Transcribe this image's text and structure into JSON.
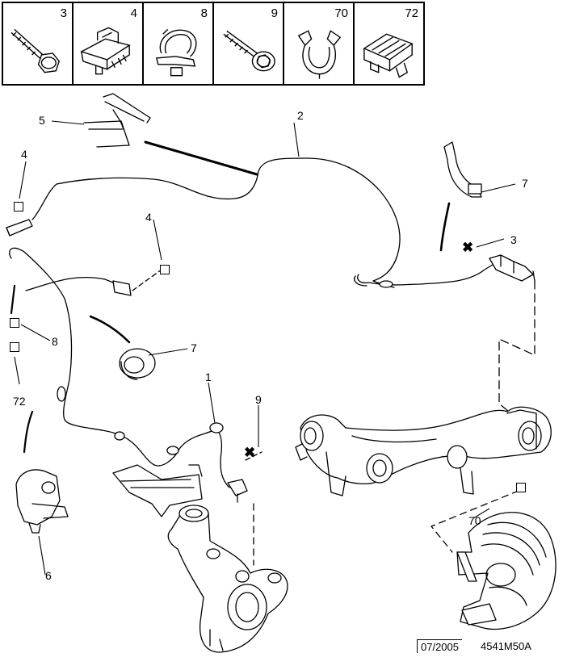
{
  "legend": [
    {
      "num": "3",
      "icon": "bolt-flange-icon"
    },
    {
      "num": "4",
      "icon": "clip-retainer-icon"
    },
    {
      "num": "8",
      "icon": "cable-clip-icon"
    },
    {
      "num": "9",
      "icon": "bolt-washer-icon"
    },
    {
      "num": "70",
      "icon": "pipe-clamp-icon"
    },
    {
      "num": "72",
      "icon": "block-clip-icon"
    }
  ],
  "callouts": {
    "c1": "1",
    "c2": "2",
    "c3a": "3",
    "c4a": "4",
    "c4b": "4",
    "c5": "5",
    "c6": "6",
    "c7a": "7",
    "c7b": "7",
    "c8": "8",
    "c9": "9",
    "c70": "70",
    "c72": "72"
  },
  "footer": {
    "date": "07/2005",
    "ref": "4541M50A"
  }
}
